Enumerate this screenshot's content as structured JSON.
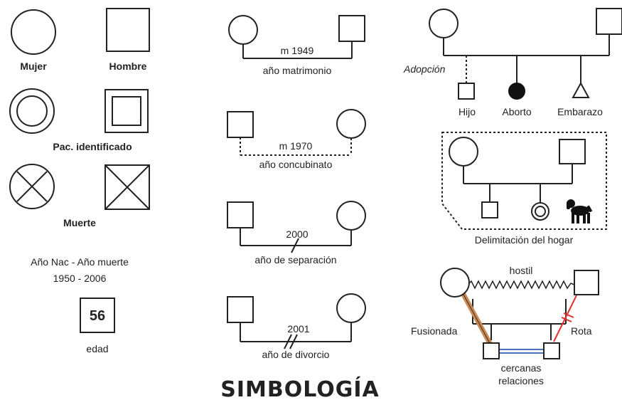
{
  "title": "SIMBOLOGÍA",
  "symbols": {
    "woman": "Mujer",
    "man": "Hombre",
    "identified_patient": "Pac. identificado",
    "death": "Muerte",
    "birth_death_header": "Año Nac - Año muerte",
    "birth_death_years": "1950 - 2006",
    "age_value": "56",
    "age_label": "edad"
  },
  "unions": {
    "marriage_year": "m 1949",
    "marriage_label": "año matrimonio",
    "cohabitation_year": "m 1970",
    "cohabitation_label": "año concubinato",
    "separation_year": "2000",
    "separation_label": "año de separación",
    "divorce_year": "2001",
    "divorce_label": "año de divorcio"
  },
  "children": {
    "adoption": "Adopción",
    "child": "Hijo",
    "abortion": "Aborto",
    "pregnancy": "Embarazo"
  },
  "household": {
    "label": "Delimitación del hogar"
  },
  "relationships": {
    "hostile": "hostil",
    "fused": "Fusionada",
    "broken": "Rota",
    "close": "cercanas\nrelaciones",
    "close_line1": "cercanas",
    "close_line2": "relaciones"
  },
  "colors": {
    "line": "#222222",
    "fused": "#c98a55",
    "broken": "#e03030",
    "close": "#4a70c0",
    "fill_dark": "#111111"
  }
}
